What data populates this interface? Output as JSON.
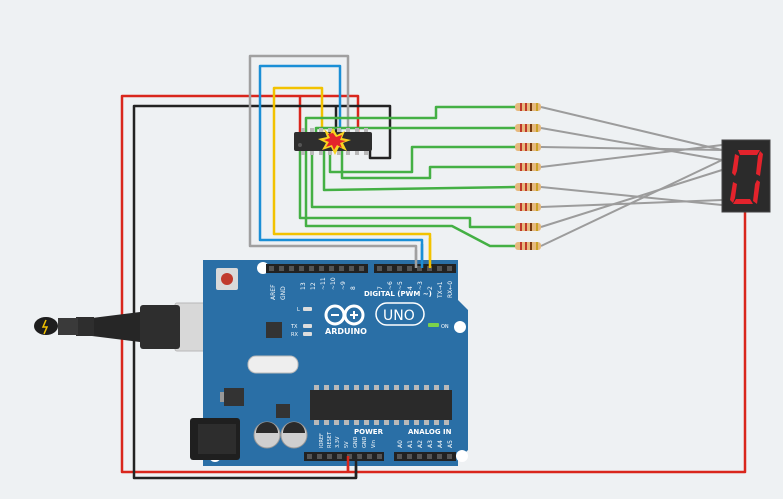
{
  "board": {
    "brand": "ARDUINO",
    "model": "UNO",
    "digital_label": "DIGITAL (PWM ~)",
    "power_label": "POWER",
    "analog_label": "ANALOG IN",
    "on_label": "ON",
    "l_label": "L",
    "tx_label": "TX",
    "rx_label": "RX",
    "aref": "AREF",
    "gnd": "GND",
    "d13": "13",
    "d12": "12",
    "d11": "~11",
    "d10": "~10",
    "d9": "~9",
    "d8": "8",
    "d7": "7",
    "d6": "~6",
    "d5": "~5",
    "d4": "4",
    "d3": "~3",
    "d2": "2",
    "d1": "TX→1",
    "d0": "RX←0",
    "ioref": "IOREF",
    "reset": "RESET",
    "v33": "3.3V",
    "v5": "5V",
    "gnd1": "GND",
    "gnd2": "GND",
    "vin": "Vin",
    "a0": "A0",
    "a1": "A1",
    "a2": "A2",
    "a3": "A3",
    "a4": "A4",
    "a5": "A5"
  },
  "display": {
    "digit": "0"
  },
  "colors": {
    "board": "#2a6fa6",
    "wire_red": "#d9261c",
    "wire_black": "#222222",
    "wire_gray": "#9c9c9c",
    "wire_blue": "#1a8fd6",
    "wire_yellow": "#f2c200",
    "wire_green": "#44b044",
    "segment_on": "#e3232c"
  },
  "icons": {
    "chip_warning": "explosion-icon",
    "usb": "usb-cable-icon"
  }
}
